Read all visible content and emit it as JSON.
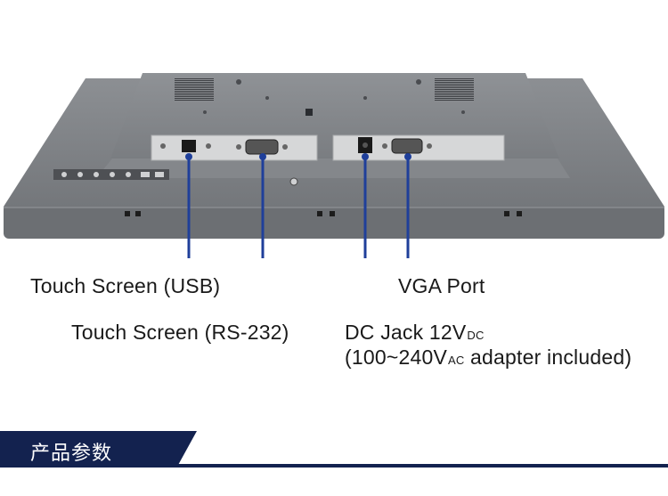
{
  "callouts": {
    "touch_usb": "Touch Screen (USB)",
    "vga": "VGA Port",
    "touch_rs232": "Touch Screen (RS-232)",
    "dc_jack_main": "DC Jack 12V",
    "dc_jack_sub": "DC",
    "adapter_pre": "(100~240V",
    "adapter_sub": "AC",
    "adapter_post": " adapter included)"
  },
  "section": {
    "title": "产品参数"
  },
  "colors": {
    "navy": "#13224f",
    "callout_line": "#1f3f9a",
    "chassis": "#7d8084",
    "chassis_dark": "#5f6266"
  }
}
